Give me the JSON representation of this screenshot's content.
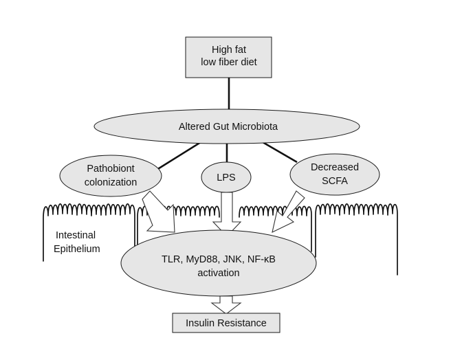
{
  "diet_box": {
    "line1": "High fat",
    "line2": "low fiber diet"
  },
  "microbiota": {
    "label": "Altered Gut Microbiota"
  },
  "pathobiont": {
    "line1": "Pathobiont",
    "line2": "colonization"
  },
  "lps": {
    "label": "LPS"
  },
  "scfa": {
    "line1": "Decreased",
    "line2": "SCFA"
  },
  "epithelium": {
    "line1": "Intestinal",
    "line2": "Epithelium"
  },
  "activation": {
    "line1": "TLR, MyD88, JNK, NF-κB",
    "line2": "activation"
  },
  "outcome": {
    "label": "Insulin Resistance"
  }
}
